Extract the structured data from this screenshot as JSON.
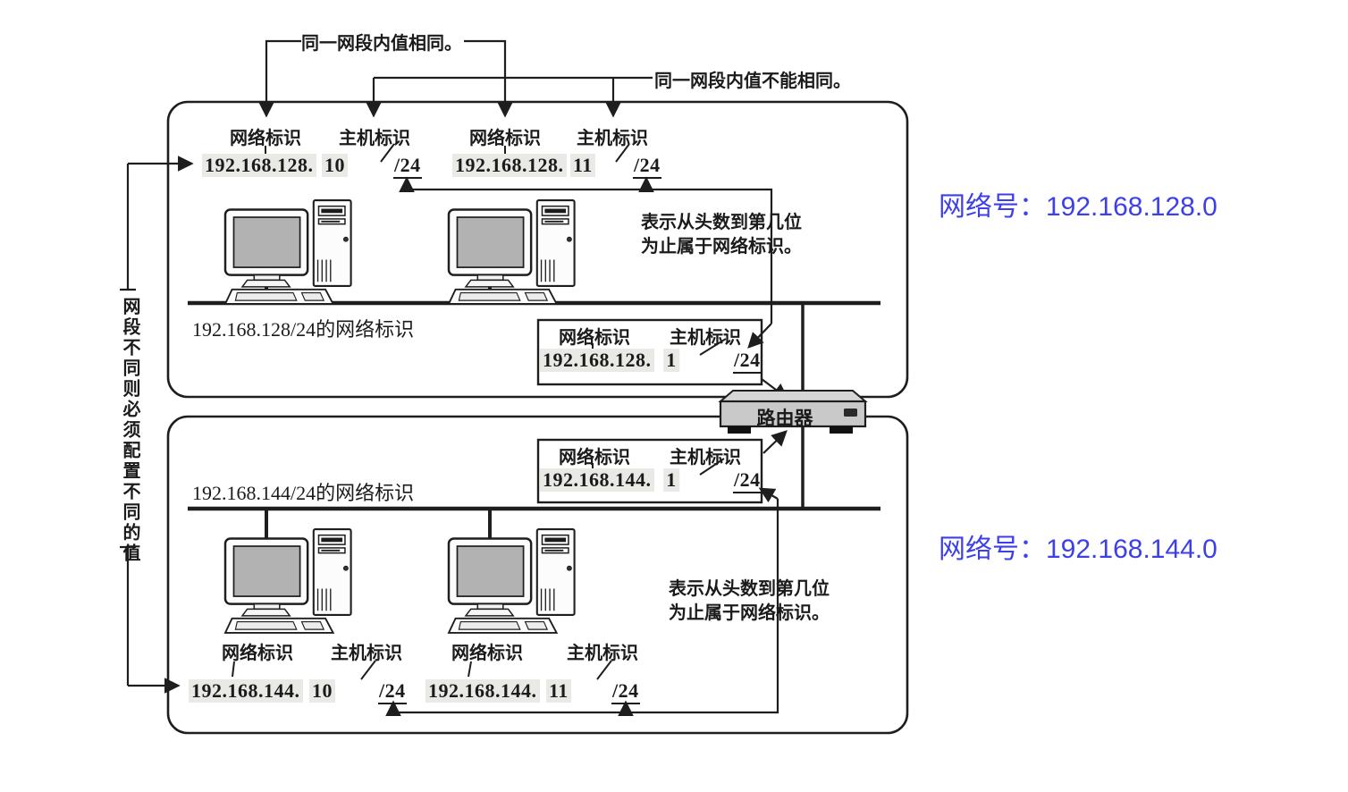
{
  "colors": {
    "ink": "#1b1b1b",
    "highlight": "#e9e9e6",
    "accent_blue": "#3d3fe9",
    "screen_gray": "#b2b2b2",
    "router_gray": "#c9c9c9"
  },
  "labels": {
    "network": "网络标识",
    "host": "主机标识"
  },
  "annotations": {
    "same_value": "同一网段内值相同。",
    "different_value": "同一网段内值不能相同。",
    "prefix_note_line1": "表示从头数到第几位",
    "prefix_note_line2": "为止属于网络标识。",
    "left_note": "网段不同则必须配置不同的值"
  },
  "router": {
    "label": "路由器"
  },
  "segment1": {
    "bus_caption": "192.168.128/24的网络标识",
    "network_number": "网络号：192.168.128.0",
    "host_a": {
      "network_part": "192.168.128.",
      "host_part": "10",
      "prefix": "/24"
    },
    "host_b": {
      "network_part": "192.168.128.",
      "host_part": "11",
      "prefix": "/24"
    },
    "router_interface": {
      "network_part": "192.168.128.",
      "host_part": "1",
      "prefix": "/24"
    }
  },
  "segment2": {
    "bus_caption": "192.168.144/24的网络标识",
    "network_number": "网络号：192.168.144.0",
    "host_a": {
      "network_part": "192.168.144.",
      "host_part": "10",
      "prefix": "/24"
    },
    "host_b": {
      "network_part": "192.168.144.",
      "host_part": "11",
      "prefix": "/24"
    },
    "router_interface": {
      "network_part": "192.168.144.",
      "host_part": "1",
      "prefix": "/24"
    }
  }
}
